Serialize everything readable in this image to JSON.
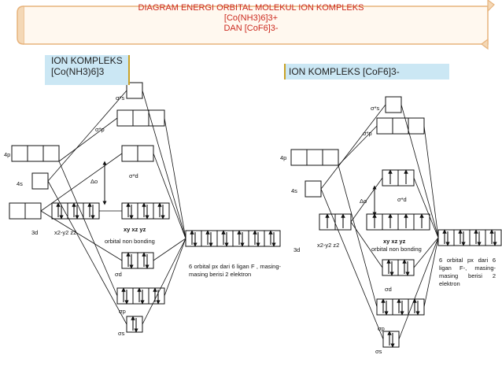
{
  "title": {
    "line1": "DIAGRAM ENERGI ORBITAL MOLEKUL ION KOMPLEKS",
    "line2": "[Co(NH3)6]3+",
    "line3": "DAN [CoF6]3-"
  },
  "left_panel": {
    "heading_line1": "ION KOMPLEKS",
    "heading_line2": "[Co(NH3)6]3",
    "labels": {
      "sigma_s_star": "σ*s",
      "sigma_p_star": "σ*p",
      "sigma_d_star": "σ*d",
      "four_p": "4p",
      "four_s": "4s",
      "delta": "Δo",
      "three_d": "3d",
      "eg": "x2-y2  z2",
      "t2g": "xy  xz    yz",
      "nonbonding": "orbital non bonding",
      "sigma_d": "σd",
      "sigma_p": "σp",
      "sigma_s": "σs"
    },
    "ligand_note": "6 orbital px dari 6 ligan F , masing-masing berisi 2 elektron"
  },
  "right_panel": {
    "heading": "ION KOMPLEKS [CoF6]3-",
    "labels": {
      "sigma_s_star": "σ*s",
      "sigma_p_star": "σ*p",
      "sigma_d_star": "σ*d",
      "four_p": "4p",
      "four_s": "4s",
      "delta": "Δo",
      "three_d": "3d",
      "eg": "x2-y2  z2",
      "t2g": "xy  xz    yz",
      "nonbonding": "orbital non bonding",
      "sigma_d": "σd",
      "sigma_p": "σp",
      "sigma_s": "σs"
    },
    "ligand_note": "6 orbital px dari 6 ligan F-, masing-masing berisi 2 elektron"
  },
  "colors": {
    "title": "#cc2a1f",
    "header_bg": "#cbe7f4",
    "accent_gold": "#c9a227",
    "scroll_fill": "#fff8ef",
    "scroll_border": "#e7b37c"
  }
}
